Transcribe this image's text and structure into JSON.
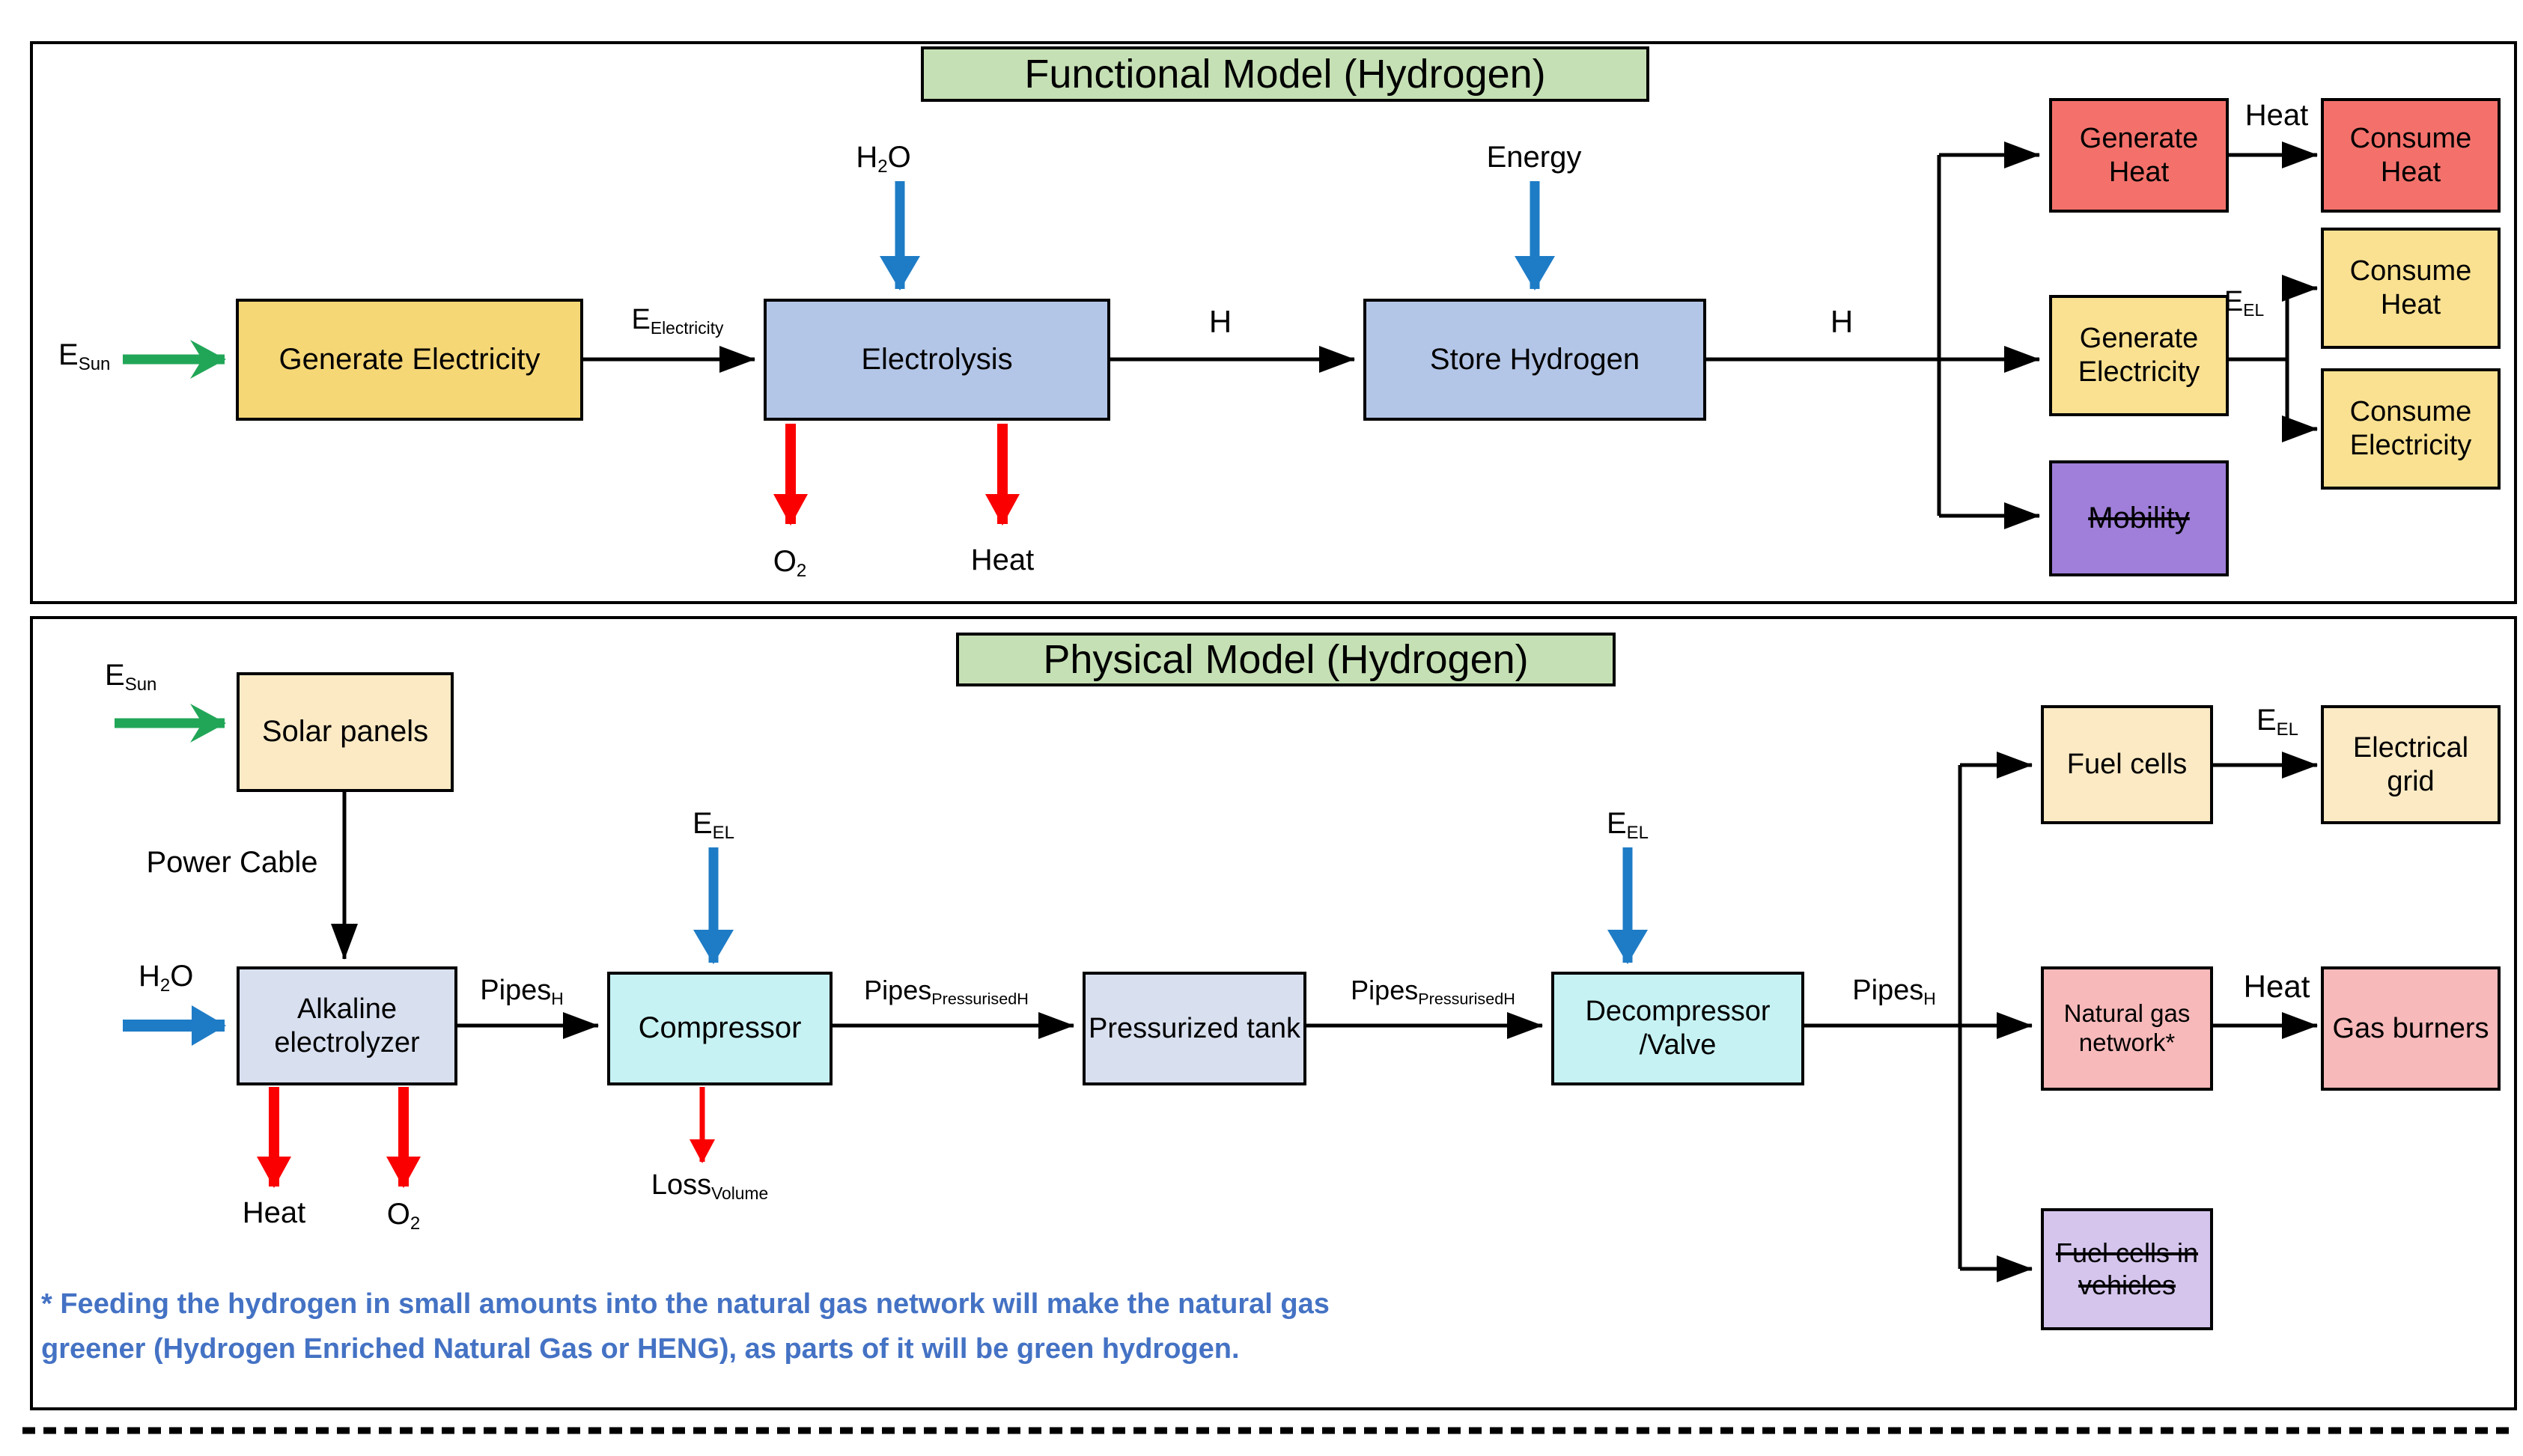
{
  "functional": {
    "title": "Functional Model (Hydrogen)",
    "boxes": {
      "generate_electricity": "Generate Electricity",
      "electrolysis": "Electrolysis",
      "store_hydrogen": "Store Hydrogen",
      "generate_heat": "Generate Heat",
      "consume_heat_top": "Consume Heat",
      "generate_electricity_right": "Generate Electricity",
      "consume_heat_mid": "Consume Heat",
      "consume_electricity": "Consume Electricity",
      "mobility": "Mobility"
    },
    "labels": {
      "e_sun": {
        "base": "E",
        "sub": "Sun"
      },
      "e_electricity": {
        "base": "E",
        "sub": "Electricity"
      },
      "h2o": {
        "base": "H",
        "sub": "2",
        "tail": "O"
      },
      "hydrogen_1": "H",
      "hydrogen_2": "H",
      "energy": "Energy",
      "o2": {
        "base": "O",
        "sub": "2"
      },
      "heat_byproduct": "Heat",
      "heat_flow": "Heat",
      "e_el": {
        "base": "E",
        "sub": "EL"
      }
    }
  },
  "physical": {
    "title": "Physical Model (Hydrogen)",
    "boxes": {
      "solar_panels": "Solar panels",
      "alkaline_electrolyzer": "Alkaline electrolyzer",
      "compressor": "Compressor",
      "pressurized_tank": "Pressurized tank",
      "decompressor_valve": "Decompressor /Valve",
      "fuel_cells": "Fuel cells",
      "electrical_grid": "Electrical grid",
      "natural_gas_network": "Natural gas network*",
      "gas_burners": "Gas burners",
      "fuel_cells_vehicles": "Fuel cells in vehicles"
    },
    "labels": {
      "e_sun": {
        "base": "E",
        "sub": "Sun"
      },
      "power_cable": "Power Cable",
      "h2o": {
        "base": "H",
        "sub": "2",
        "tail": "O"
      },
      "pipes_h": {
        "base": "Pipes",
        "sub": "H"
      },
      "pipes_pressurised": {
        "base": "Pipes",
        "sub": "PressurisedH"
      },
      "e_el": {
        "base": "E",
        "sub": "EL"
      },
      "loss_volume": {
        "base": "Loss",
        "sub": "Volume"
      },
      "heat_byproduct": "Heat",
      "o2": {
        "base": "O",
        "sub": "2"
      },
      "heat_flow": "Heat"
    }
  },
  "footnote": {
    "line1": "* Feeding the hydrogen in small amounts into the natural gas network will make the natural gas",
    "line2": "greener (Hydrogen Enriched Natural Gas or HENG), as parts of it will be green hydrogen."
  },
  "colors": {
    "green_title": "#C5E0B4",
    "gold_box": "#F6D776",
    "blue_box": "#B4C6E7",
    "red_box": "#F4716B",
    "yellow_box": "#FAE191",
    "purple_box": "#9F7FD9",
    "cream_box": "#FCEAC4",
    "periwinkle_box": "#D8DFEF",
    "cyan_box": "#C7F2F3",
    "pink_box": "#F7B9BA",
    "lavender_box": "#D5C5ED",
    "arrow_green": "#21A657",
    "arrow_blue": "#1E7CC6",
    "arrow_red": "#FB0000",
    "line_black": "#000000",
    "note_text": "#4472C4"
  }
}
